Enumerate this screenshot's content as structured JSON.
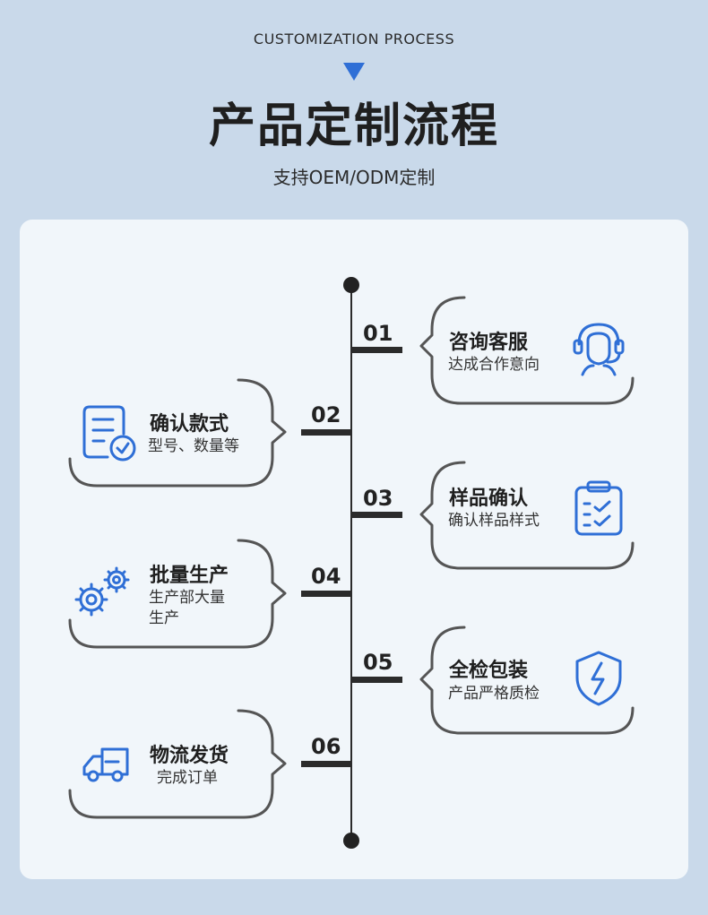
{
  "header": {
    "eyebrow": "CUSTOMIZATION PROCESS",
    "title": "产品定制流程",
    "subtitle": "支持OEM/ODM定制"
  },
  "colors": {
    "accent": "#2f6fd6",
    "line": "#2b2b2b",
    "bracket": "#555555",
    "background": "#c9d9ea",
    "panel": "#f1f6fa"
  },
  "steps": [
    {
      "num": "01",
      "title": "咨询客服",
      "desc": "达成合作意向",
      "icon": "customer-service-icon"
    },
    {
      "num": "02",
      "title": "确认款式",
      "desc": "型号、数量等",
      "icon": "document-check-icon"
    },
    {
      "num": "03",
      "title": "样品确认",
      "desc": "确认样品样式",
      "icon": "clipboard-check-icon"
    },
    {
      "num": "04",
      "title": "批量生产",
      "desc_lines": [
        "生产部大量",
        "生产"
      ],
      "icon": "gears-icon"
    },
    {
      "num": "05",
      "title": "全检包装",
      "desc": "产品严格质检",
      "icon": "shield-bolt-icon"
    },
    {
      "num": "06",
      "title": "物流发货",
      "desc": "完成订单",
      "icon": "truck-icon"
    }
  ]
}
